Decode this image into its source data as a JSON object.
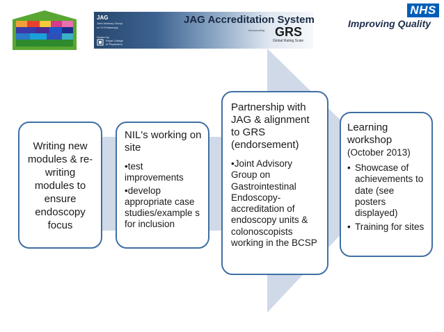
{
  "header": {
    "jag_banner": {
      "title": "JAG Accreditation System",
      "mini_org": "JAG",
      "mini_org_full": "Joint Advisory Group",
      "mini_org_sub": "on GI Endoscopy",
      "hosted_by": "Hosted by",
      "college_line1": "Royal College",
      "college_line2": "of Physicians",
      "incorporating": "incorporating",
      "grs": "GRS",
      "grs_sub": "Global Rating Scale"
    },
    "nhs": {
      "logo_text": "NHS",
      "tagline": "Improving Quality"
    }
  },
  "steps": [
    {
      "title": "Writing new modules & re-writing modules to ensure endoscopy focus"
    },
    {
      "title": "NIL's working on site",
      "bullets": [
        "•test improvements",
        "•develop appropriate case studies/example s for inclusion"
      ]
    },
    {
      "title": "Partnership with JAG & alignment to GRS (endorsement)",
      "body": "•Joint Advisory Group on Gastrointestinal Endoscopy-accreditation of endoscopy units & colonoscopists working in the BCSP"
    },
    {
      "title": "Learning workshop",
      "subtitle": "(October 2013)",
      "bullets": [
        "Showcase of achievements to date (see posters displayed)",
        "Training for sites"
      ]
    }
  ],
  "colors": {
    "box_border": "#3f6ea3",
    "arrow_fill": "#cfd9e8",
    "nhs_blue": "#005eb8"
  }
}
